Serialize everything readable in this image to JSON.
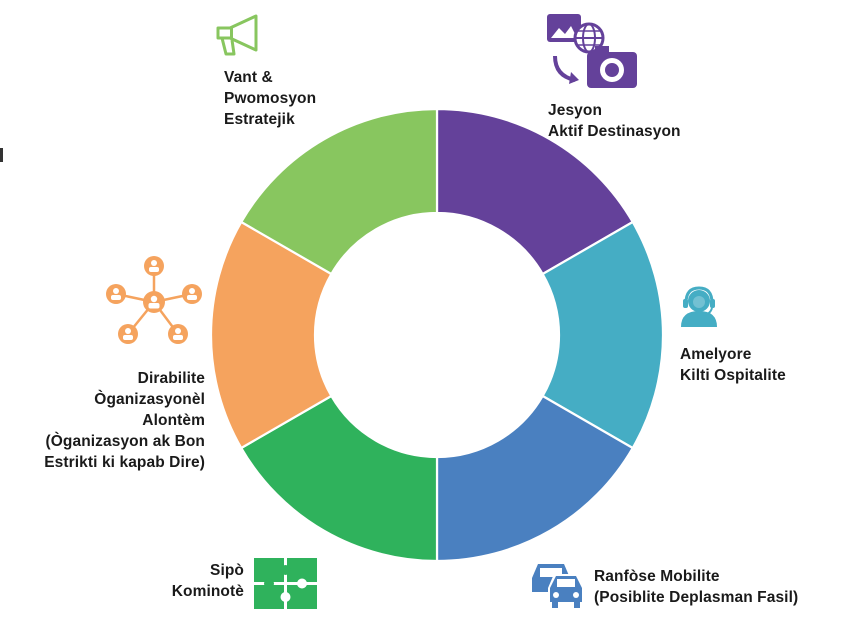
{
  "segments": [
    {
      "id": "destination",
      "color": "#64419a",
      "lines": [
        "Jesyon",
        "Aktif Destinasyon"
      ],
      "icon": "photo-globe-icon"
    },
    {
      "id": "hospitality",
      "color": "#45adc4",
      "lines": [
        "Amelyore",
        "Kilti Ospitalite"
      ],
      "icon": "headset-agent-icon"
    },
    {
      "id": "mobility",
      "color": "#4a80c0",
      "lines": [
        "Ranfòse Mobilite",
        "(Posiblite Deplasman Fasil)"
      ],
      "icon": "cars-icon"
    },
    {
      "id": "community",
      "color": "#2fb25c",
      "lines": [
        "Sipò",
        "Kominotè"
      ],
      "icon": "puzzle-icon"
    },
    {
      "id": "organization",
      "color": "#f5a35e",
      "lines": [
        "Dirabilite",
        "Òganizasyonèl",
        "Alontèm",
        "(Òganizasyon ak Bon",
        "Estrikti ki kapab Dire)"
      ],
      "icon": "network-people-icon"
    },
    {
      "id": "promotion",
      "color": "#88c65f",
      "lines": [
        "Vant &",
        "Pwomosyon",
        "Estratejik"
      ],
      "icon": "megaphone-icon"
    }
  ],
  "colors": {
    "text": "#1a1a1a"
  }
}
